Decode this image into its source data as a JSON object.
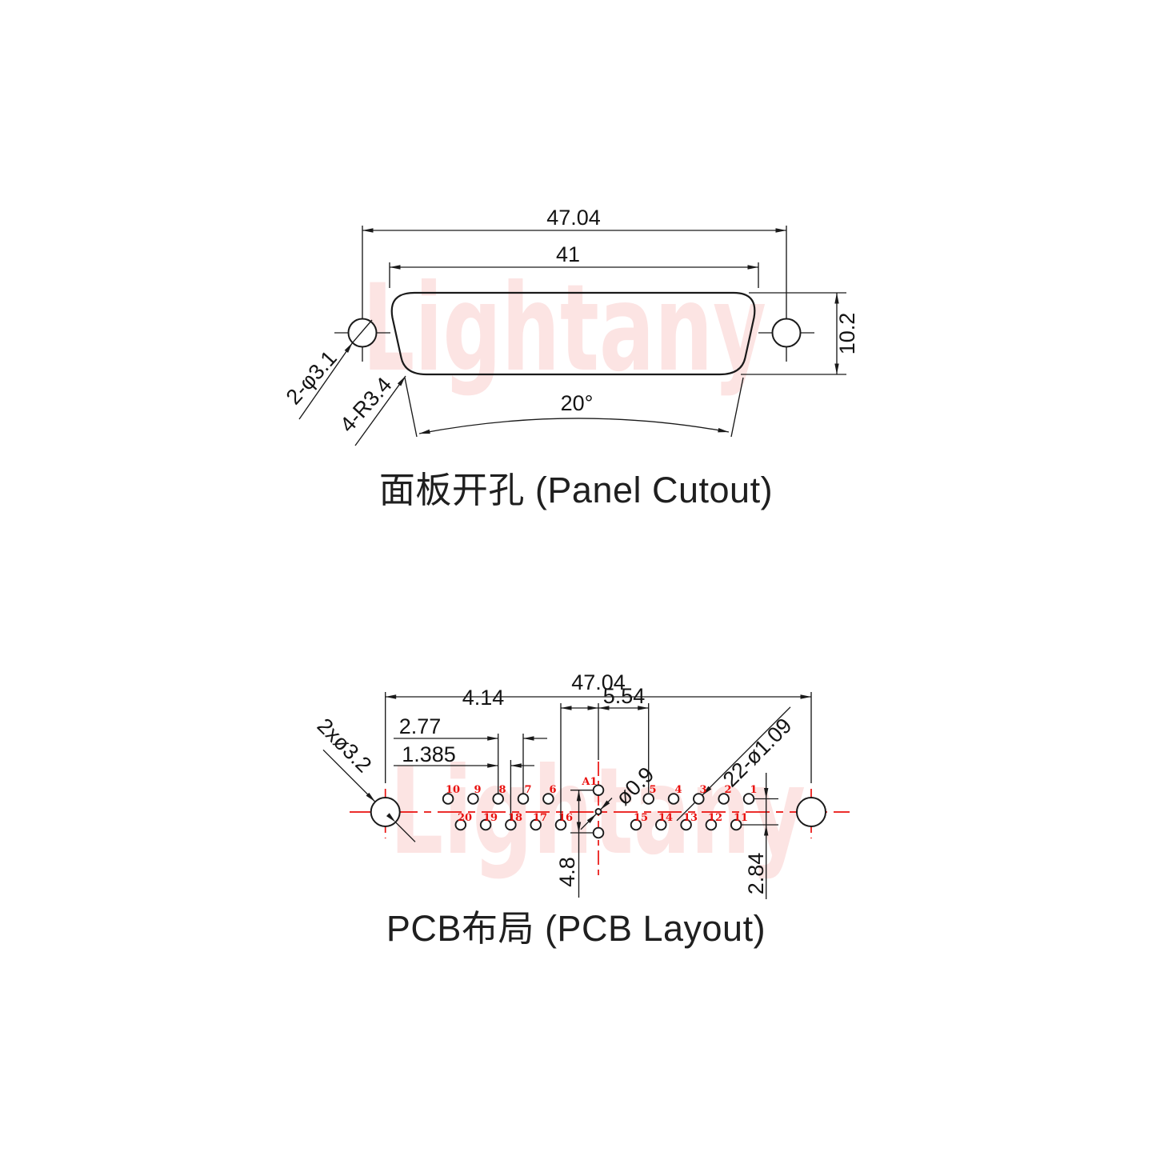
{
  "watermark": {
    "text": "Lightany",
    "color": "#e9110f"
  },
  "panel_cutout": {
    "title": "面板开孔 (Panel Cutout)",
    "dim_overall_width": "47.04",
    "dim_cutout_width": "41",
    "dim_height": "10.2",
    "label_mount_holes": "2-φ3.1",
    "label_corner_radius": "4-R3.4",
    "dim_side_angle": "20°"
  },
  "pcb_layout": {
    "title": "PCB布局 (PCB Layout)",
    "dim_overall_width": "47.04",
    "dim_pin16_to_center": "4.14",
    "dim_center_to_pin5": "5.54",
    "dim_pin_pitch": "2.77",
    "dim_row_stagger": "1.385",
    "label_mount_holes": "2xø3.2",
    "label_signal_holes": "22-ø1.09",
    "label_center_hole": "ø0.9",
    "dim_coax_vertical": "4.8",
    "dim_row_spacing": "2.84",
    "pins": {
      "a1": "A1",
      "top": [
        "10",
        "9",
        "8",
        "7",
        "6",
        "5",
        "4",
        "3",
        "2",
        "1"
      ],
      "bottom": [
        "20",
        "19",
        "18",
        "17",
        "16",
        "15",
        "14",
        "13",
        "12",
        "11"
      ]
    },
    "colors": {
      "centerline_red": "#e9110f",
      "line_black": "#1a1a1a"
    }
  }
}
